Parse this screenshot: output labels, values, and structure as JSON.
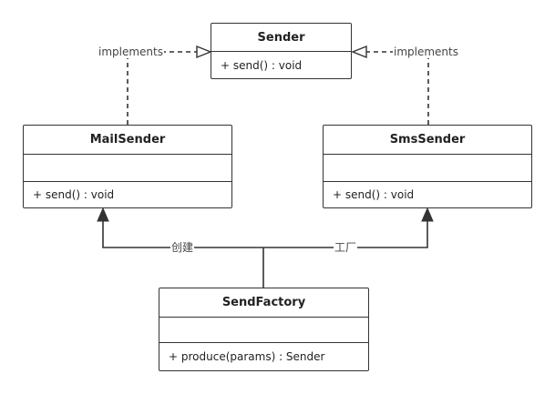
{
  "classes": {
    "sender": {
      "name": "Sender",
      "operation": "+  send() : void"
    },
    "mail_sender": {
      "name": "MailSender",
      "operation": "+ send() : void"
    },
    "sms_sender": {
      "name": "SmsSender",
      "operation": "+ send() : void"
    },
    "send_factory": {
      "name": "SendFactory",
      "operation": "+ produce(params) : Sender"
    }
  },
  "relations": {
    "mail_implements": "implements",
    "sms_implements": "implements",
    "create_label": "创建",
    "factory_label": "工厂"
  },
  "colors": {
    "line": "#333333",
    "text": "#222222",
    "background": "#ffffff"
  }
}
